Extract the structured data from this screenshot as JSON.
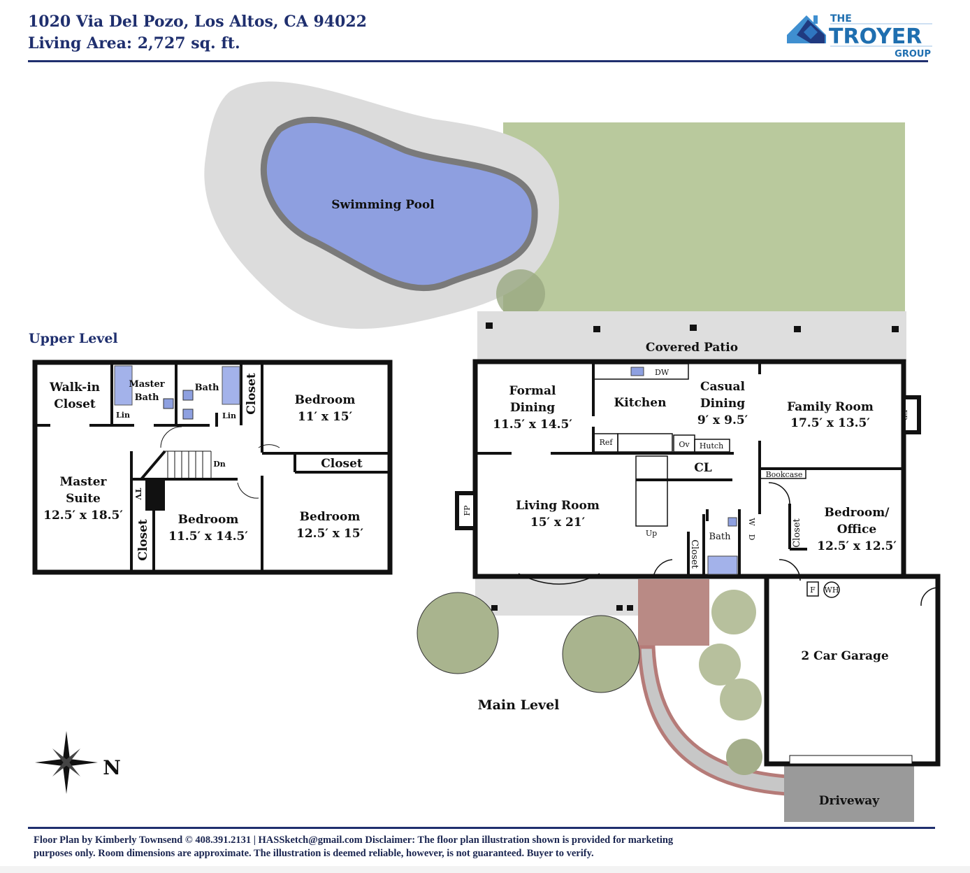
{
  "header": {
    "address": "1020 Via Del Pozo, Los Altos, CA 94022",
    "living_area": "Living Area: 2,727 sq. ft."
  },
  "logo": {
    "the": "THE",
    "name": "TROYER",
    "group": "GROUP",
    "brand_color": "#1f6fb0"
  },
  "colors": {
    "navy": "#1f2f6e",
    "pool": "#8e9fe0",
    "lawn": "#b6c79a",
    "deck": "#dcdcdc"
  },
  "outdoor": {
    "pool": "Swimming Pool",
    "patio": "Covered Patio",
    "driveway": "Driveway"
  },
  "upper": {
    "title": "Upper Level",
    "rooms": {
      "walkin_1": "Walk-in",
      "walkin_2": "Closet",
      "master_bath_1": "Master",
      "master_bath_2": "Bath",
      "bath": "Bath",
      "lin1": "Lin",
      "lin2": "Lin",
      "closet_v": "Closet",
      "bed1": "Bedroom",
      "bed1_dim": "11′ x 15′",
      "closet_h": "Closet",
      "dn": "Dn",
      "master_1": "Master",
      "master_2": "Suite",
      "master_dim": "12.5′ x 18.5′",
      "tv": "TV",
      "closet_v2": "Closet",
      "bed2": "Bedroom",
      "bed2_dim": "11.5′ x 14.5′",
      "bed3": "Bedroom",
      "bed3_dim": "12.5′ x 15′"
    }
  },
  "main": {
    "title": "Main Level",
    "rooms": {
      "formal_1": "Formal",
      "formal_2": "Dining",
      "formal_dim": "11.5′ x 14.5′",
      "dw": "DW",
      "kitchen": "Kitchen",
      "casual_1": "Casual",
      "casual_2": "Dining",
      "casual_dim": "9′ x 9.5′",
      "family": "Family Room",
      "family_dim": "17.5′ x 13.5′",
      "fp1": "FP",
      "ref": "Ref",
      "ov": "Ov",
      "hutch": "Hutch",
      "cl": "CL",
      "bookcase": "Bookcase",
      "living": "Living Room",
      "living_dim": "15′ x 21′",
      "fp2": "FP",
      "up": "Up",
      "bath": "Bath",
      "w": "W",
      "d": "D",
      "closet1": "Closet",
      "closet2": "Closet",
      "office_1": "Bedroom/",
      "office_2": "Office",
      "office_dim": "12.5′ x 12.5′",
      "f": "F",
      "wh": "WH",
      "garage": "2 Car Garage"
    }
  },
  "compass": {
    "north": "N"
  },
  "footer": {
    "line1": "Floor Plan by Kimberly Townsend ©  408.391.2131   |   HASSketch@gmail.com  Disclaimer: The floor plan illustration shown is provided for marketing",
    "line2": "purposes only. Room dimensions are approximate. The illustration is deemed reliable, however, is not guaranteed. Buyer to verify."
  }
}
